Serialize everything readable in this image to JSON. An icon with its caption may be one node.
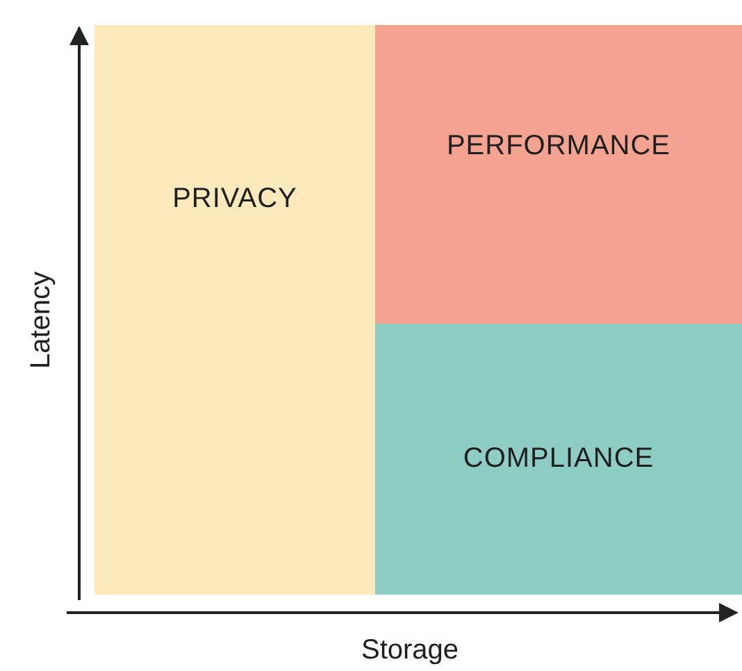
{
  "diagram": {
    "nodes": [
      {
        "text": [
          "PRIVACY"
        ]
      },
      {
        "text": [
          "PERFORMANCE"
        ]
      },
      {
        "text": [
          "COMPLIANCE"
        ]
      }
    ],
    "edges": [],
    "labels": [
      "Latency",
      "Storage"
    ]
  }
}
